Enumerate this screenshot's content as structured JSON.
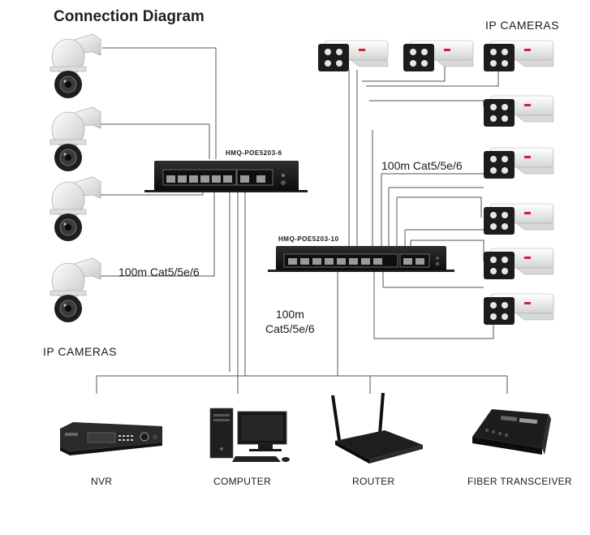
{
  "title": "Connection Diagram",
  "cameras_left_label": "IP CAMERAS",
  "cameras_right_label": "IP CAMERAS",
  "switch_small": {
    "label": "HMQ-POE5203-6"
  },
  "switch_large": {
    "label": "HMQ-POE5203-10"
  },
  "cable_labels": {
    "left": "100m Cat5/5e/6",
    "right": "100m Cat5/5e/6",
    "center_line1": "100m",
    "center_line2": "Cat5/5e/6"
  },
  "devices": [
    {
      "label": "NVR"
    },
    {
      "label": "COMPUTER"
    },
    {
      "label": "ROUTER"
    },
    {
      "label": "FIBER TRANSCEIVER"
    }
  ],
  "colors": {
    "line": "#555555",
    "device": "#1b1b1b",
    "camera_body": "#f2f2f2"
  }
}
